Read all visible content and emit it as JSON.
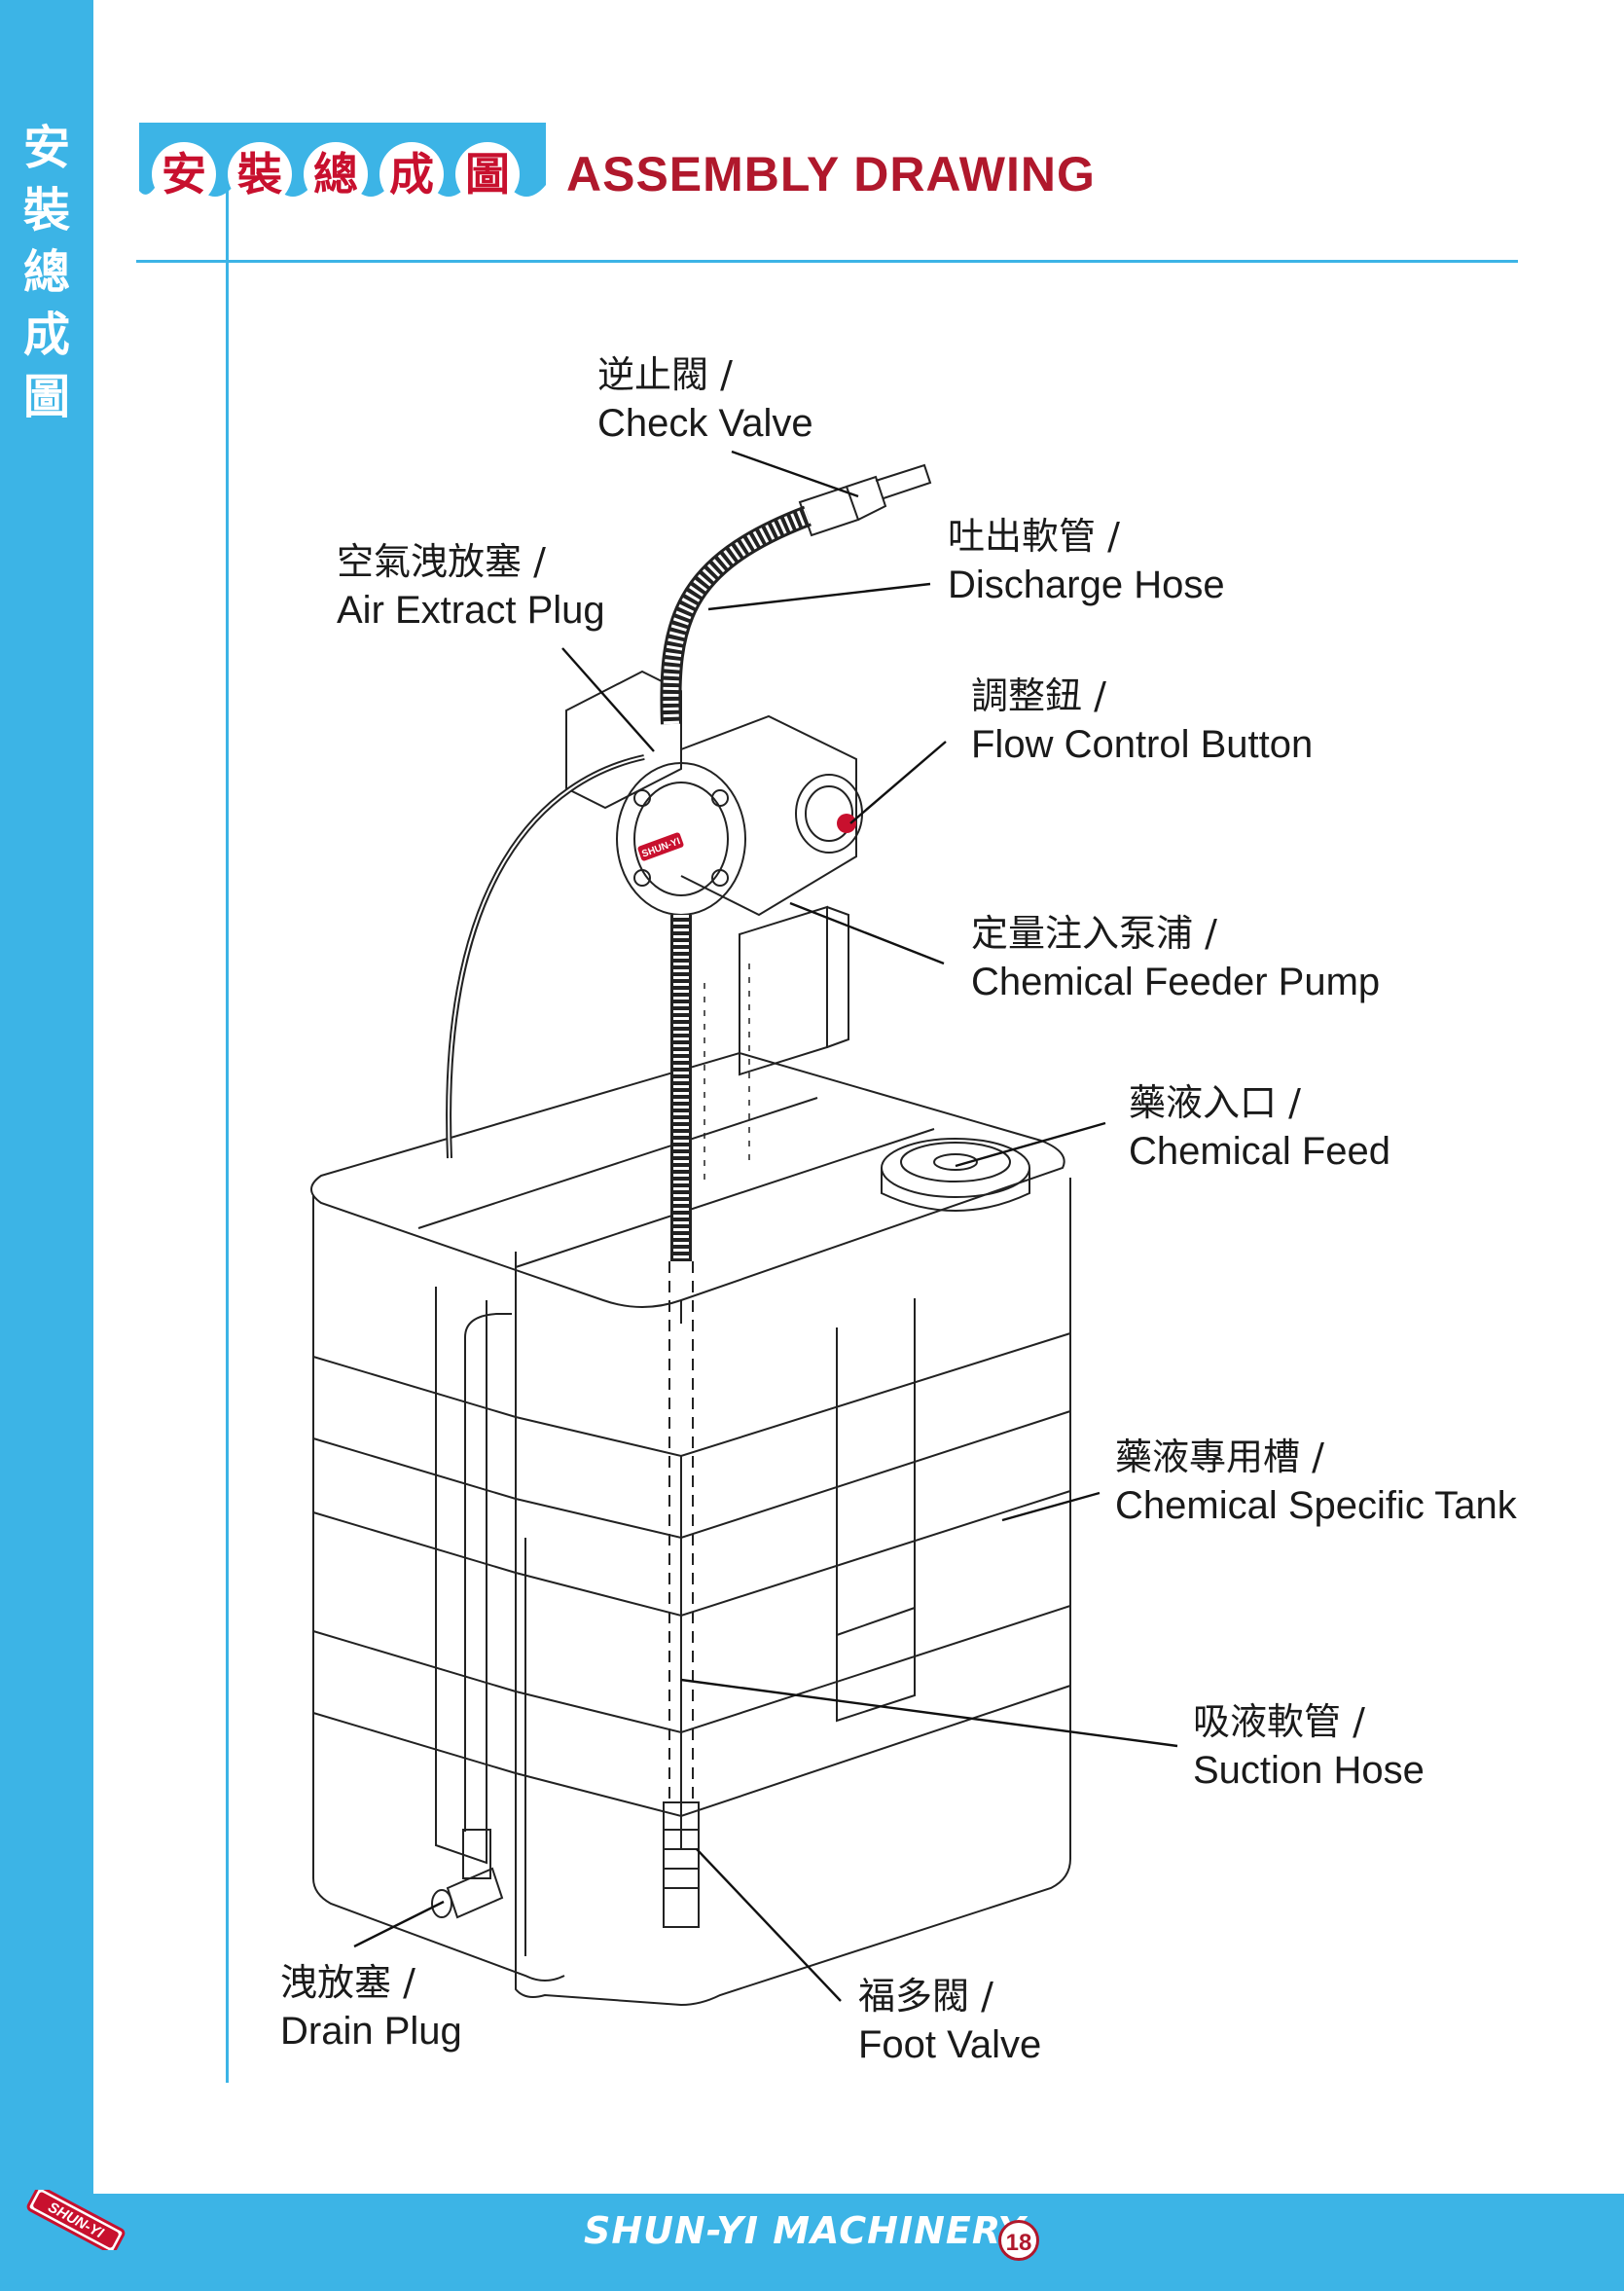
{
  "sidebar": {
    "title_chars": [
      "安",
      "裝",
      "總",
      "成",
      "圖"
    ]
  },
  "header": {
    "title_zh_chars": [
      "安",
      "裝",
      "總",
      "成",
      "圖"
    ],
    "title_en": "ASSEMBLY  DRAWING"
  },
  "labels": {
    "check_valve": {
      "zh": "逆止閥 /",
      "en": "Check Valve"
    },
    "air_extract_plug": {
      "zh": "空氣洩放塞 /",
      "en": "Air Extract Plug"
    },
    "discharge_hose": {
      "zh": "吐出軟管 /",
      "en": "Discharge Hose"
    },
    "flow_control_button": {
      "zh": "調整鈕 /",
      "en": "Flow Control Button"
    },
    "chemical_feeder_pump": {
      "zh": "定量注入泵浦 /",
      "en": "Chemical Feeder Pump"
    },
    "chemical_feed": {
      "zh": "藥液入口 /",
      "en": "Chemical Feed"
    },
    "chemical_specific_tank": {
      "zh": "藥液專用槽 /",
      "en": "Chemical Specific Tank"
    },
    "suction_hose": {
      "zh": "吸液軟管 /",
      "en": "Suction Hose"
    },
    "drain_plug": {
      "zh": "洩放塞 /",
      "en": "Drain Plug"
    },
    "foot_valve": {
      "zh": "福多閥 /",
      "en": "Foot Valve"
    }
  },
  "pump_brand": "SHUN-YI",
  "logo_text": "SHUN-YI",
  "footer": {
    "company": "SHUN-YI  MACHINERY",
    "page_number": "18"
  },
  "colors": {
    "accent_blue": "#3cb4e6",
    "brand_red": "#b0182c"
  }
}
